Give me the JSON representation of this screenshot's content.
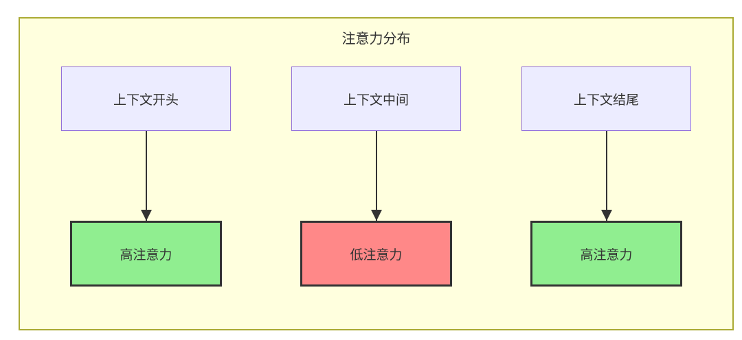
{
  "diagram": {
    "title": "注意力分布",
    "columns": [
      {
        "source": "上下文开头",
        "target": "高注意力",
        "target_type": "high"
      },
      {
        "source": "上下文中间",
        "target": "低注意力",
        "target_type": "low"
      },
      {
        "source": "上下文结尾",
        "target": "高注意力",
        "target_type": "high"
      }
    ],
    "colors": {
      "page_background": "#ffffff",
      "canvas_background": "#ffffde",
      "canvas_border": "#aaaa33",
      "source_node_background": "#ececff",
      "source_node_border": "#9370db",
      "high_attention_background": "#90ee90",
      "low_attention_background": "#ff8888",
      "target_node_border": "#333333",
      "arrow": "#333333",
      "text": "#333333"
    }
  }
}
